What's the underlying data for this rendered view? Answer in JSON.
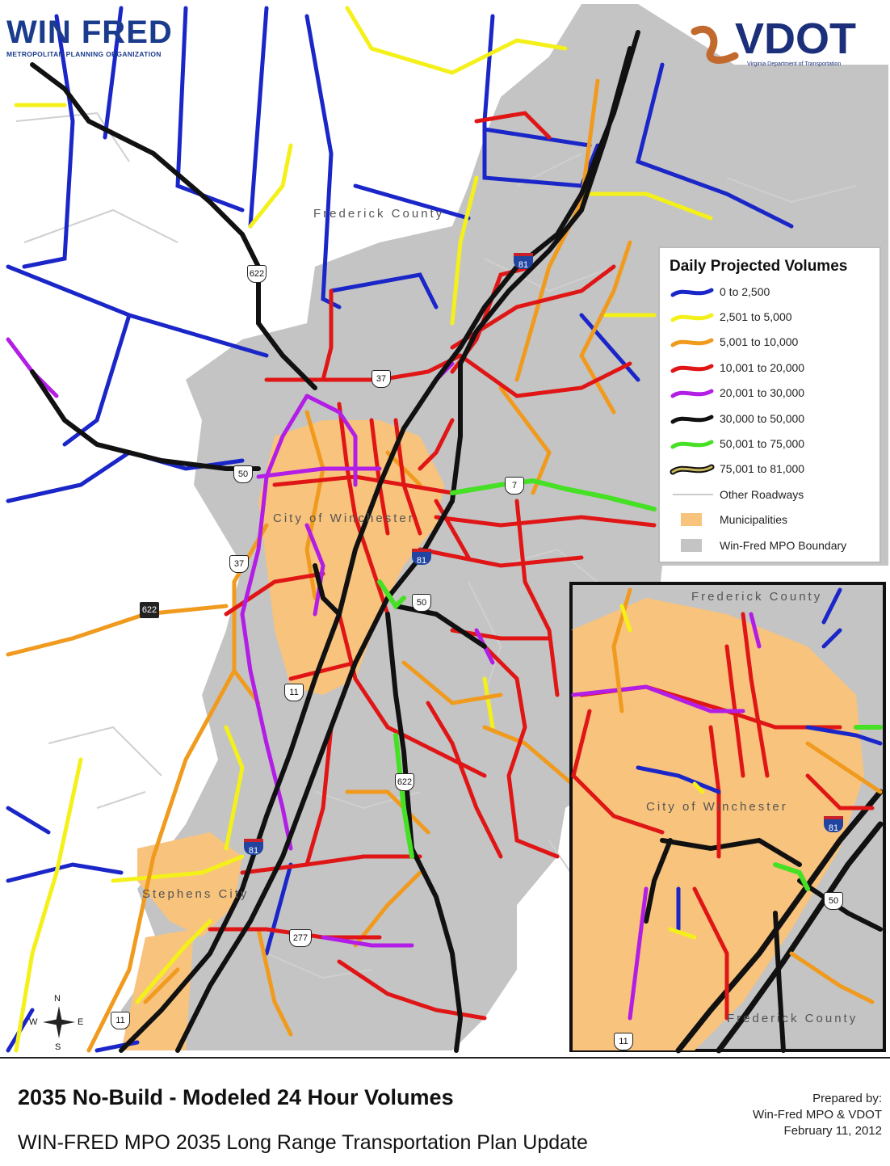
{
  "logos": {
    "left_brand": "WIN FRED",
    "left_subtitle": "METROPOLITAN PLANNING ORGANIZATION",
    "right_brand": "VDOT",
    "right_subtitle": "Virginia Department of Transportation"
  },
  "colors": {
    "vol_0_2500": "#1a26c8",
    "vol_2501_5000": "#f4f01a",
    "vol_5001_10000": "#f09a1e",
    "vol_10001_20000": "#e01616",
    "vol_20001_30000": "#b21ee6",
    "vol_30000_50000": "#111111",
    "vol_50001_75000": "#46e025",
    "vol_75001_81000": "#c8b85a",
    "other_roads": "#cccccc",
    "municipalities": "#f8c37c",
    "mpo_boundary": "#c4c4c4"
  },
  "map_labels": {
    "county_top": "Frederick County",
    "city": "City of Winchester",
    "town": "Stephens City",
    "inset_county_top": "Frederick County",
    "inset_city": "City of Winchester",
    "inset_county_bottom": "Frederick County"
  },
  "route_shields": {
    "r622_top": "622",
    "r37_top": "37",
    "r50_west": "50",
    "r7": "7",
    "i81_north": "81",
    "i81_center": "81",
    "r37_west": "37",
    "r622_west": "622",
    "r50_east": "50",
    "r11_center": "11",
    "r622_south": "622",
    "i81_south": "81",
    "r277": "277",
    "r11_south": "11",
    "inset_i81": "81",
    "inset_50": "50",
    "inset_11": "11"
  },
  "compass": {
    "n": "N",
    "s": "S",
    "e": "E",
    "w": "W"
  },
  "legend": {
    "title": "Daily Projected Volumes",
    "items": [
      {
        "label": "0 to 2,500",
        "color": "#1a26c8"
      },
      {
        "label": "2,501 to 5,000",
        "color": "#f4f01a"
      },
      {
        "label": "5,001 to 10,000",
        "color": "#f09a1e"
      },
      {
        "label": "10,001 to 20,000",
        "color": "#e01616"
      },
      {
        "label": "20,001 to 30,000",
        "color": "#b21ee6"
      },
      {
        "label": "30,000 to 50,000",
        "color": "#111111"
      },
      {
        "label": "50,001 to 75,000",
        "color": "#46e025"
      },
      {
        "label": "75,001 to 81,000",
        "color": "#c8b85a"
      },
      {
        "label": "Other Roadways",
        "color": "#cccccc"
      },
      {
        "label": "Municipalities",
        "color": "#f8c37c"
      },
      {
        "label": "Win-Fred MPO Boundary",
        "color": "#c4c4c4"
      }
    ]
  },
  "footer": {
    "title": "2035 No-Build - Modeled 24 Hour Volumes",
    "subtitle": "WIN-FRED MPO 2035 Long Range Transportation Plan Update",
    "credit_line1": "Prepared by:",
    "credit_line2": "Win-Fred MPO & VDOT",
    "credit_line3": "February 11, 2012"
  }
}
